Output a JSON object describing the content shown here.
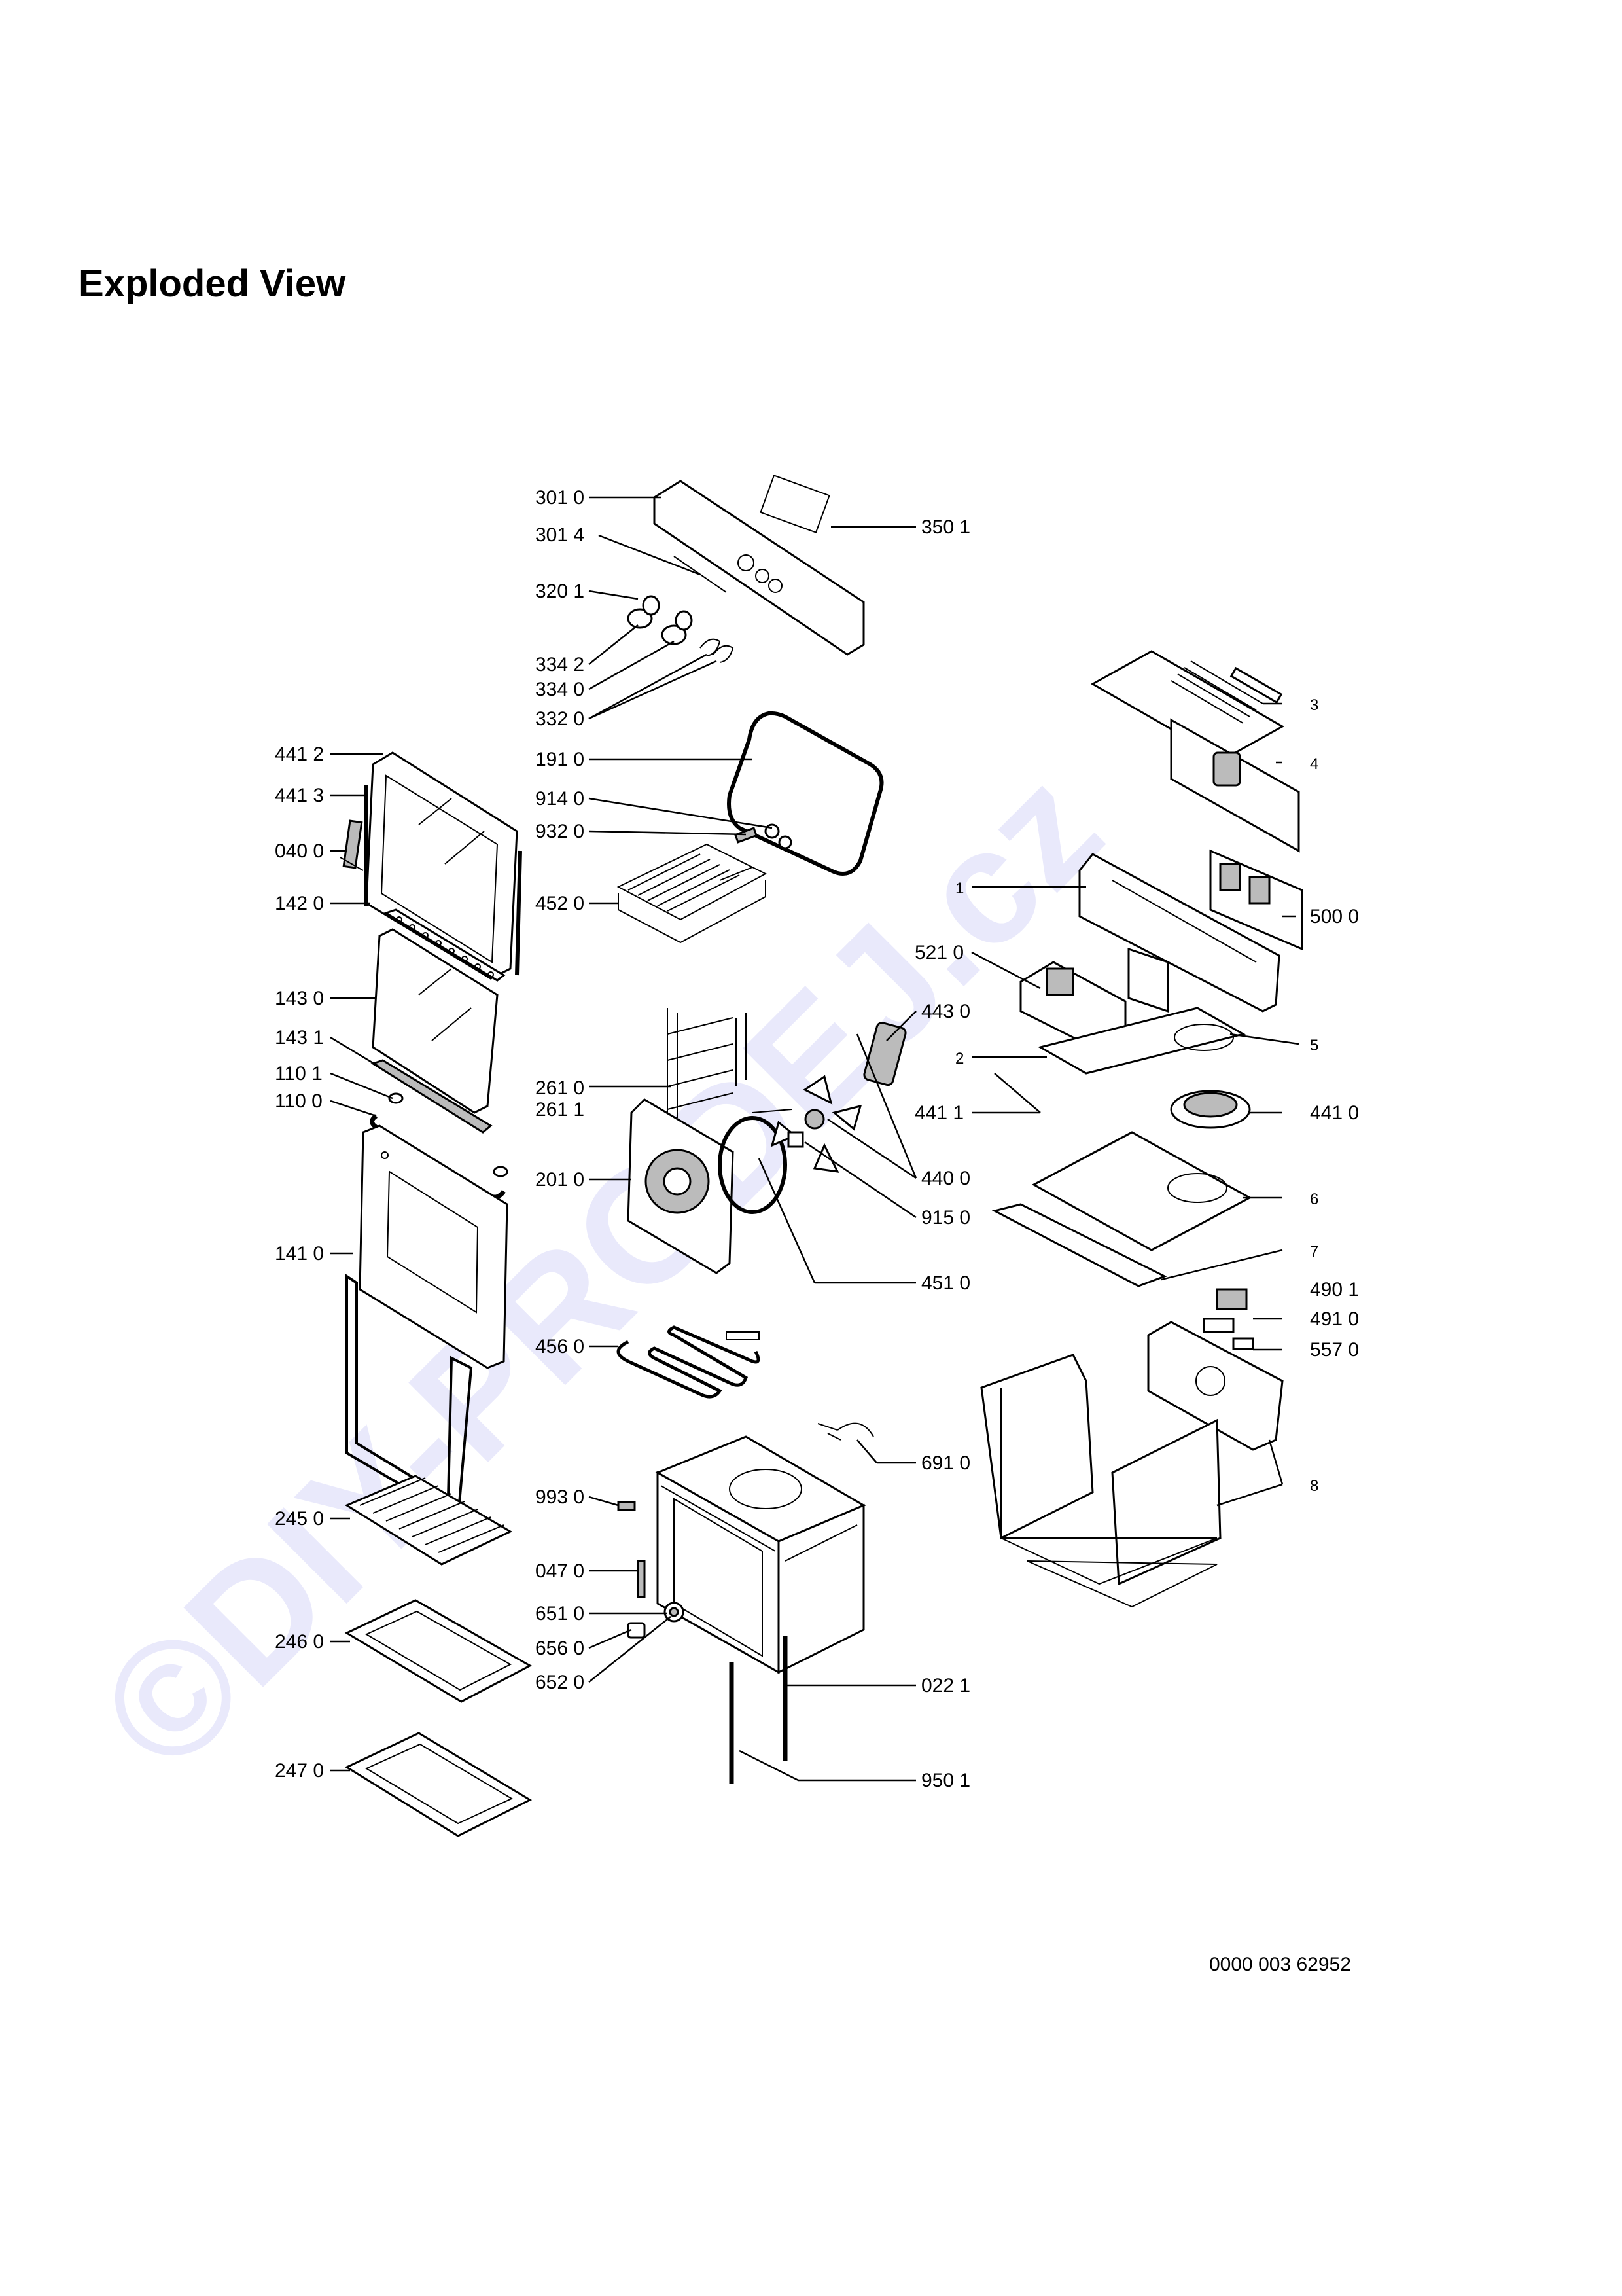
{
  "title": "Exploded View",
  "watermark": "©DIY-PRODEJ.cz",
  "document_number": "0000 003 62952",
  "labels": {
    "l3010": "301 0",
    "l3014": "301 4",
    "l3501": "350 1",
    "l3201": "320 1",
    "l3342": "334 2",
    "l3340": "334 0",
    "l3320": "332 0",
    "l4412": "441 2",
    "l4413": "441 3",
    "l1910": "191 0",
    "l9140": "914 0",
    "l9320": "932 0",
    "l0400": "040 0",
    "l1420": "142 0",
    "l4520": "452 0",
    "l1430": "143 0",
    "l1431": "143 1",
    "l1101": "110 1",
    "l1100": "110 0",
    "l2610": "261 0",
    "l2611": "261 1",
    "l2010": "201 0",
    "l1410": "141 0",
    "l4560": "456 0",
    "l2450": "245 0",
    "l9930": "993 0",
    "l0470": "047 0",
    "l2460": "246 0",
    "l6510": "651 0",
    "l6560": "656 0",
    "l6520": "652 0",
    "l2470": "247 0",
    "l4430": "443 0",
    "l4400": "440 0",
    "l9150": "915 0",
    "l4510": "451 0",
    "l6910": "691 0",
    "l0221": "022 1",
    "l9501": "950 1",
    "l3": "3",
    "l4": "4",
    "l1": "1",
    "l5000": "500 0",
    "l5210": "521 0",
    "l5": "5",
    "l2": "2",
    "l4411": "441 1",
    "l4410": "441 0",
    "l6": "6",
    "l7": "7",
    "l4901": "490 1",
    "l4910": "491 0",
    "l5570": "557 0",
    "l8": "8"
  }
}
